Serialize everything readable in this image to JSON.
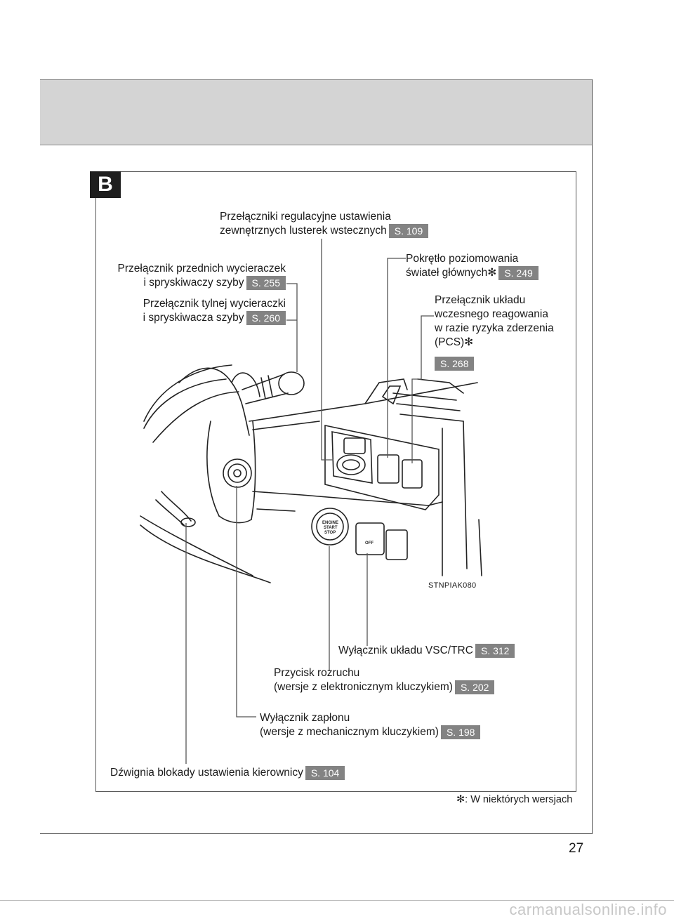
{
  "page": {
    "number": "27",
    "watermark": "carmanualsonline.info"
  },
  "section": {
    "tag": "B"
  },
  "image_code": "STNPIAK080",
  "callouts": {
    "mirror_switches": {
      "line1": "Przełączniki regulacyjne ustawienia",
      "line2": "zewnętrznych lusterek wstecznych",
      "ref": "S. 109"
    },
    "headlight_leveling": {
      "line1": "Pokrętło poziomowania",
      "line2": "świateł głównych",
      "mark": "✻",
      "ref": "S. 249"
    },
    "front_wiper": {
      "line1": "Przełącznik przednich wycieraczek",
      "line2": "i spryskiwaczy szyby",
      "ref": "S. 255"
    },
    "rear_wiper": {
      "line1": "Przełącznik tylnej wycieraczki",
      "line2": "i spryskiwacza szyby",
      "ref": "S. 260"
    },
    "pcs": {
      "line1": "Przełącznik układu",
      "line2": "wczesnego reagowania",
      "line3": "w razie ryzyka zderzenia",
      "line4": "(PCS)",
      "mark": "✻",
      "ref": "S. 268"
    },
    "vsc": {
      "line1": "Wyłącznik układu VSC/TRC",
      "ref": "S. 312"
    },
    "start_button": {
      "line1": "Przycisk rozruchu",
      "line2": "(wersje z elektronicznym kluczykiem)",
      "ref": "S. 202"
    },
    "ignition": {
      "line1": "Wyłącznik zapłonu",
      "line2": "(wersje z mechanicznym kluczykiem)",
      "ref": "S. 198"
    },
    "tilt_lever": {
      "line1": "Dźwignia blokady ustawienia kierownicy",
      "ref": "S. 104"
    }
  },
  "footnote": {
    "mark": "✻",
    "text": ": W niektórych wersjach"
  },
  "illustration_text": {
    "engine": "ENGINE",
    "start": "START",
    "stop": "STOP",
    "off": "OFF"
  }
}
